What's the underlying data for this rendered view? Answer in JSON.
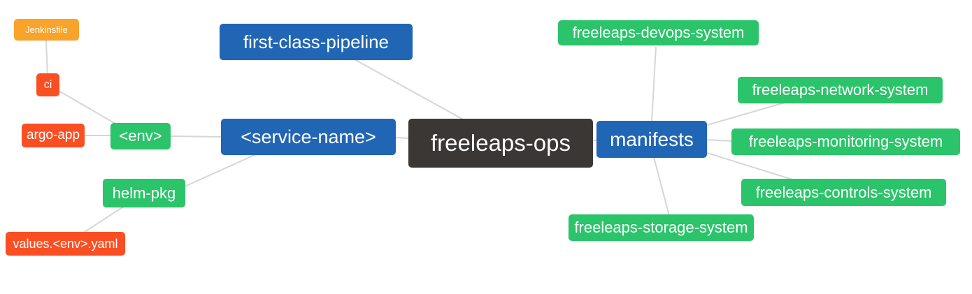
{
  "diagram": {
    "type": "mindmap",
    "root": "freeleaps-ops",
    "palette": {
      "blue": "#2166b4",
      "green": "#2bc46a",
      "orange": "#f8a32c",
      "red_orange": "#fa4f22",
      "dark": "#3b3734",
      "edge_gray": "#d6d6d6",
      "text": "#ffffff",
      "background": "#ffffff"
    },
    "nodes": {
      "freeleaps_ops": {
        "label": "freeleaps-ops",
        "color": "#3b3734"
      },
      "first_class_pipeline": {
        "label": "first-class-pipeline",
        "color": "#2166b4"
      },
      "service_name": {
        "label": "<service-name>",
        "color": "#2166b4"
      },
      "manifests": {
        "label": "manifests",
        "color": "#2166b4"
      },
      "env": {
        "label": "<env>",
        "color": "#2bc46a"
      },
      "ci": {
        "label": "ci",
        "color": "#fa4f22"
      },
      "jenkinsfile": {
        "label": "Jenkinsfile",
        "color": "#f8a32c"
      },
      "argo_app": {
        "label": "argo-app",
        "color": "#fa4f22"
      },
      "helm_pkg": {
        "label": "helm-pkg",
        "color": "#2bc46a"
      },
      "values_env_yaml": {
        "label": "values.<env>.yaml",
        "color": "#fa4f22"
      },
      "devops_system": {
        "label": "freeleaps-devops-system",
        "color": "#2bc46a"
      },
      "network_system": {
        "label": "freeleaps-network-system",
        "color": "#2bc46a"
      },
      "monitoring_system": {
        "label": "freeleaps-monitoring-system",
        "color": "#2bc46a"
      },
      "controls_system": {
        "label": "freeleaps-controls-system",
        "color": "#2bc46a"
      },
      "storage_system": {
        "label": "freeleaps-storage-system",
        "color": "#2bc46a"
      }
    },
    "edges": [
      {
        "from": "jenkinsfile",
        "to": "ci"
      },
      {
        "from": "ci",
        "to": "env"
      },
      {
        "from": "argo_app",
        "to": "env"
      },
      {
        "from": "env",
        "to": "service_name"
      },
      {
        "from": "helm_pkg",
        "to": "service_name"
      },
      {
        "from": "values_env_yaml",
        "to": "helm_pkg"
      },
      {
        "from": "first_class_pipeline",
        "to": "freeleaps_ops"
      },
      {
        "from": "service_name",
        "to": "freeleaps_ops"
      },
      {
        "from": "freeleaps_ops",
        "to": "manifests"
      },
      {
        "from": "manifests",
        "to": "devops_system"
      },
      {
        "from": "manifests",
        "to": "network_system"
      },
      {
        "from": "manifests",
        "to": "monitoring_system"
      },
      {
        "from": "manifests",
        "to": "controls_system"
      },
      {
        "from": "manifests",
        "to": "storage_system"
      }
    ]
  }
}
